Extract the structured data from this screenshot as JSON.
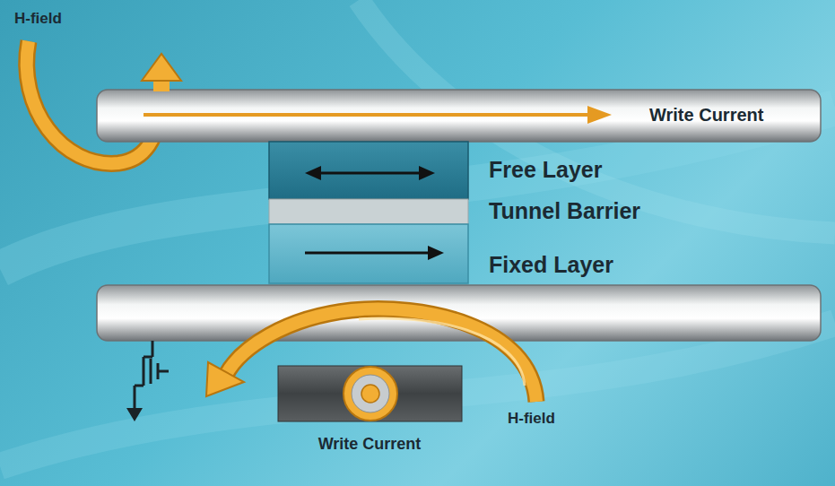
{
  "diagram": {
    "labels": [
      "H-field",
      "Write Current",
      "Free Layer",
      "Tunnel Barrier",
      "Fixed Layer",
      "H-field",
      "Write Current"
    ]
  }
}
